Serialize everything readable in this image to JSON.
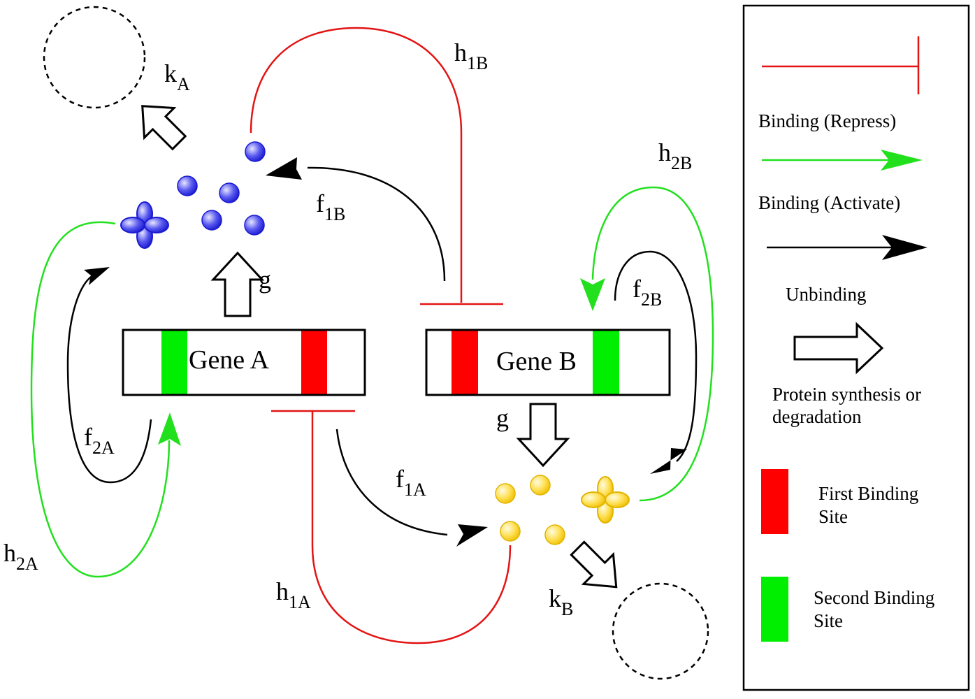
{
  "diagram": {
    "rates": {
      "kA": {
        "main": "k",
        "sub": "A"
      },
      "kB": {
        "main": "k",
        "sub": "B"
      },
      "h1B": {
        "main": "h",
        "sub": "1B"
      },
      "h2B": {
        "main": "h",
        "sub": "2B"
      },
      "h1A": {
        "main": "h",
        "sub": "1A"
      },
      "h2A": {
        "main": "h",
        "sub": "2A"
      },
      "f1B": {
        "main": "f",
        "sub": "1B"
      },
      "f2B": {
        "main": "f",
        "sub": "2B"
      },
      "f1A": {
        "main": "f",
        "sub": "1A"
      },
      "f2A": {
        "main": "f",
        "sub": "2A"
      },
      "gA": "g",
      "gB": "g"
    },
    "genes": {
      "a": {
        "label": "Gene A",
        "color": "#1f1fd6"
      },
      "b": {
        "label": "Gene B",
        "color": "#f2c300"
      }
    }
  },
  "legend": {
    "repress": "Binding (Repress)",
    "activate": "Binding (Activate)",
    "unbinding": "Unbinding",
    "synthesis_line1": "Protein synthesis or",
    "synthesis_line2": "degradation",
    "first_site_line1": "First Binding",
    "first_site_line2": "Site",
    "second_site_line1": "Second Binding",
    "second_site_line2": "Site"
  },
  "colors": {
    "repress": "#e31414",
    "activate": "#22e01e",
    "unbinding": "#000000",
    "first_site": "#ff0000",
    "second_site": "#00ee00",
    "protein_a": "#2a2ae0",
    "protein_b": "#ffd21a"
  }
}
